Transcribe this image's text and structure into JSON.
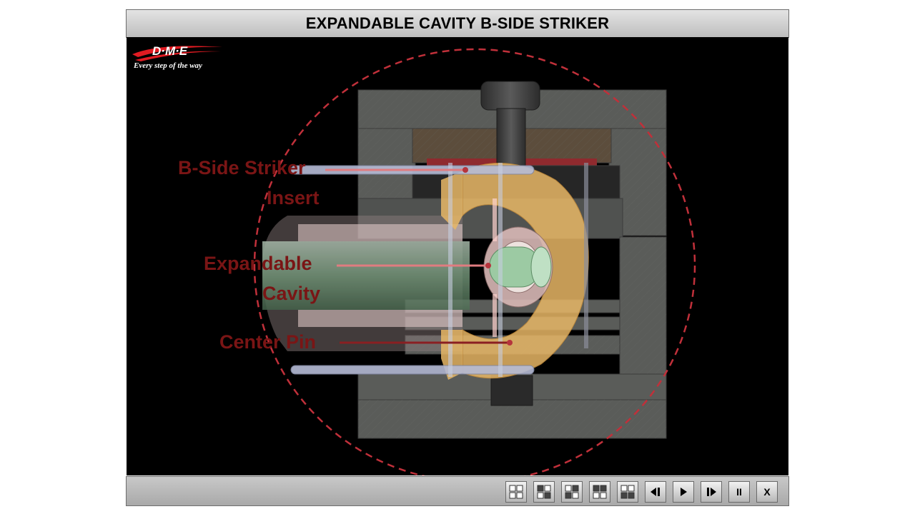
{
  "title": "EXPANDABLE CAVITY B-SIDE STRIKER",
  "logo": {
    "brand": "D-M-E",
    "tagline": "Every step of the way"
  },
  "labels": {
    "striker": "B-Side Striker",
    "insert": "Insert",
    "expandable": "Expandable",
    "cavity": "Cavity",
    "center_pin": "Center Pin"
  },
  "controls": {
    "pause": "II",
    "close": "X"
  },
  "colors": {
    "label_red": "#7a1515",
    "mold_gray": "#5e605d",
    "cavity_ring": "#e8b766",
    "dashed_circle": "#c0303a"
  }
}
